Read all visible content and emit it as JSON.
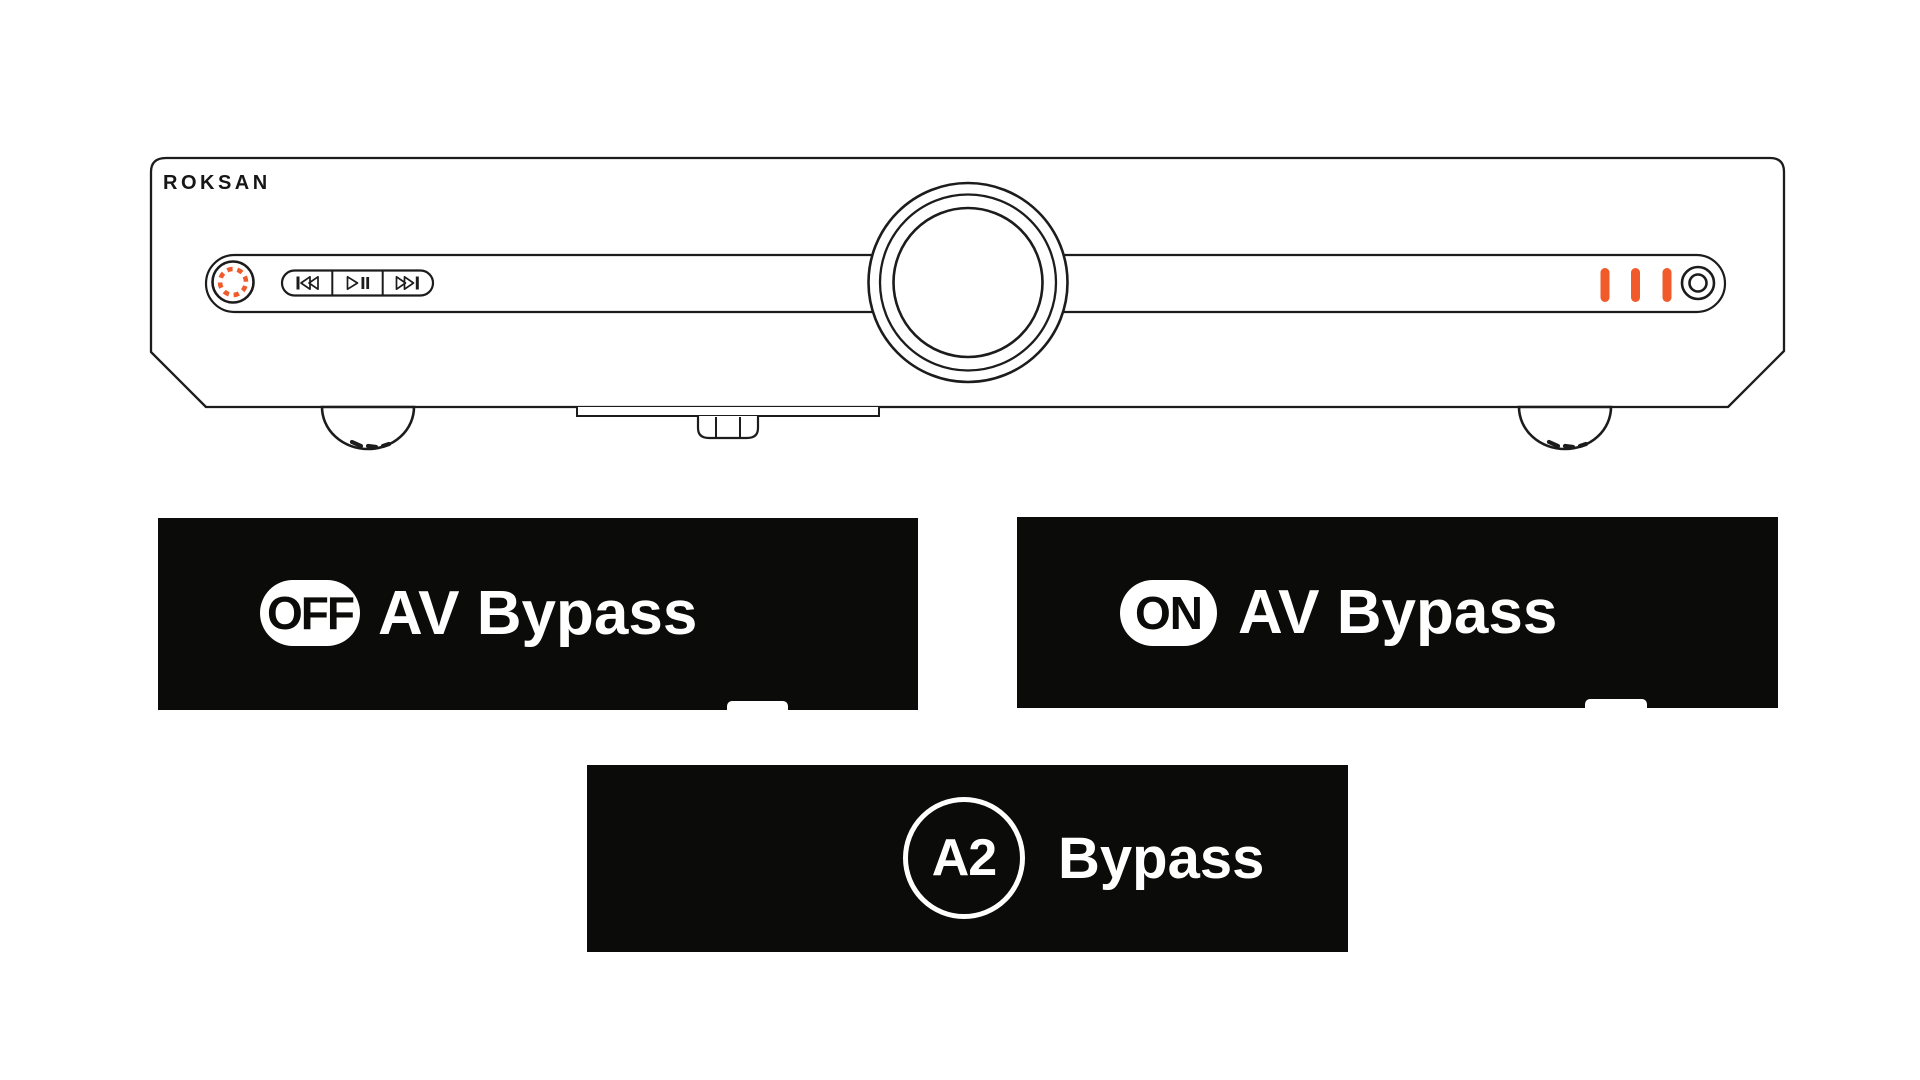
{
  "device": {
    "brand": "ROKSAN",
    "icons": {
      "power": "power-spinner-icon",
      "previous": "previous-track-icon",
      "play_pause": "play-pause-icon",
      "next": "next-track-icon",
      "volume": "volume-knob",
      "led_indicators": "led-bars-icon",
      "standby": "standby-ring-icon"
    },
    "leds": {
      "count": 3,
      "color": "#F15A29"
    }
  },
  "panels": [
    {
      "badge": "OFF",
      "label": "AV Bypass"
    },
    {
      "badge": "ON",
      "label": "AV Bypass"
    },
    {
      "badge": "A2",
      "label": "Bypass"
    }
  ],
  "colors": {
    "panel_background": "#0B0B09",
    "accent_orange": "#F15A29",
    "line_color": "#1C1C1C",
    "badge_fill": "#FFFFFF"
  }
}
